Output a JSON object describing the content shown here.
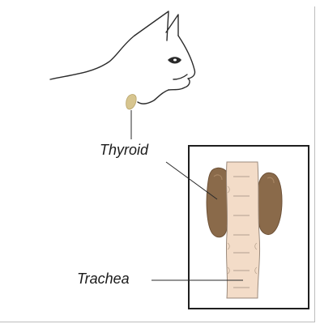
{
  "labels": {
    "thyroid": "Thyroid",
    "trachea": "Trachea"
  },
  "colors": {
    "outline": "#2a2a2a",
    "thyroid_gland": "#8a6a4a",
    "thyroid_small": "#d7c58f",
    "trachea_fill": "#f3dcc8",
    "trachea_rings": "#9b8a7c",
    "background": "#ffffff"
  },
  "icons": {
    "cat_head": "cat-head-outline",
    "inset": "throat-inset"
  }
}
